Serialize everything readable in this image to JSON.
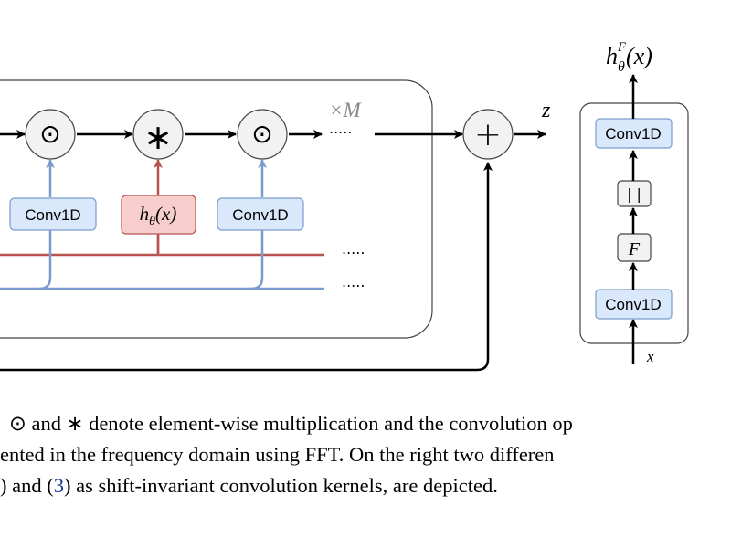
{
  "diagram": {
    "odot_symbol": "⊙",
    "star_symbol": "∗",
    "plus_symbol": "+",
    "conv_label": "Conv1D",
    "h_label": "hθ(x)",
    "h_base": "h",
    "h_sub": "θ",
    "h_arg": "(x)",
    "repeat_label": "×M",
    "dots": ".....",
    "z_label": "z",
    "fourier_symbol": "F",
    "abs_symbol": "| |",
    "x_label": "x",
    "output_label": "hθF(x)",
    "output_base": "h",
    "output_sub": "θ",
    "output_sup": "F",
    "output_arg": "(x)",
    "colors": {
      "blue_stroke": "#7a9ccc",
      "blue_fill": "#dae8fc",
      "red_stroke": "#b85450",
      "red_fill": "#f8cecc",
      "gray_fill": "#f2f2f2"
    }
  },
  "caption": {
    "line1": "⊙ and ∗ denote element-wise multiplication and the convolution op",
    "line2": "ented in the frequency domain using FFT. On the right two differen",
    "line3_a": ") and (",
    "line3_ref": "3",
    "line3_b": ") as shift-invariant convolution kernels, are depicted."
  }
}
